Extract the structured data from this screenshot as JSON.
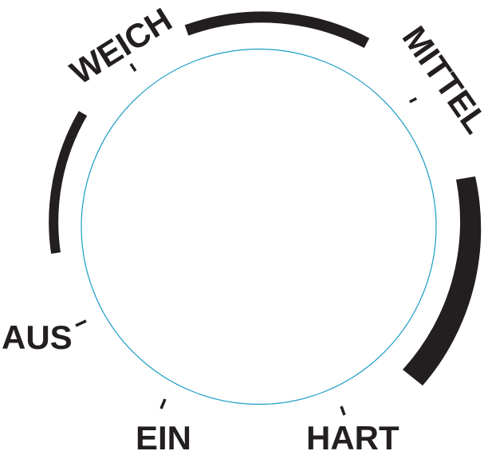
{
  "dial": {
    "colors": {
      "ink": "#231f20",
      "circle": "#1a9cc4",
      "background": "#ffffff"
    },
    "positions": [
      {
        "key": "aus",
        "label": "AUS"
      },
      {
        "key": "ein",
        "label": "EIN"
      },
      {
        "key": "hart",
        "label": "HART"
      },
      {
        "key": "mittel",
        "label": "MITTEL"
      },
      {
        "key": "weich",
        "label": "WEICH"
      }
    ],
    "arcs": [
      {
        "name": "left-arc",
        "description": "short arc between AUS and WEICH"
      },
      {
        "name": "top-arc",
        "description": "arc between WEICH and MITTEL"
      },
      {
        "name": "right-arc",
        "description": "widening arc between MITTEL and HART"
      }
    ]
  }
}
